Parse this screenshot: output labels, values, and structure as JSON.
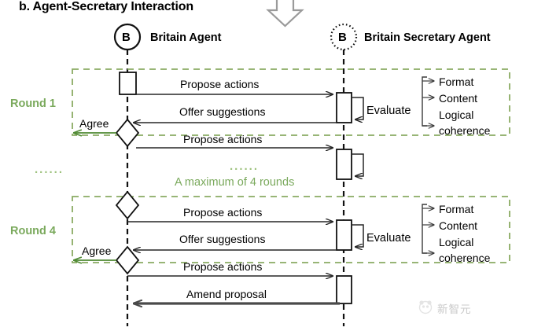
{
  "figure": {
    "title": "b. Agent-Secretary Interaction",
    "type": "sequence-diagram"
  },
  "flow_arrow": {
    "icon": "down-block-arrow",
    "color": "#9a9a9a"
  },
  "actors": [
    {
      "id": "britain-agent",
      "glyph": "B",
      "name": "Britain Agent",
      "border": "solid",
      "lifeline": "dashed"
    },
    {
      "id": "britain-secretary-agent",
      "glyph": "B",
      "name": "Britain Secretary Agent",
      "border": "dotted",
      "lifeline": "dashed"
    }
  ],
  "rounds": [
    {
      "id": "round-1",
      "label": "Round 1",
      "color": "#7aa95c"
    },
    {
      "id": "round-4",
      "label": "Round 4",
      "color": "#7aa95c"
    }
  ],
  "messages": [
    {
      "id": "m1",
      "label": "Propose actions",
      "direction": "right",
      "weight": "thin"
    },
    {
      "id": "m2",
      "label": "Offer suggestions",
      "direction": "left",
      "weight": "thin"
    },
    {
      "id": "m3",
      "label": "Propose actions",
      "direction": "right",
      "weight": "thin"
    },
    {
      "id": "m4",
      "label": "Propose actions",
      "direction": "right",
      "weight": "thin"
    },
    {
      "id": "m5",
      "label": "Offer suggestions",
      "direction": "left",
      "weight": "thin"
    },
    {
      "id": "m6",
      "label": "Propose actions",
      "direction": "right",
      "weight": "thin"
    },
    {
      "id": "m7",
      "label": "Amend proposal",
      "direction": "left",
      "weight": "thick"
    }
  ],
  "decisions": [
    {
      "id": "agree-1",
      "label": "Agree",
      "color": "#5a8f3c"
    },
    {
      "id": "agree-2",
      "label": "Agree",
      "color": "#5a8f3c"
    }
  ],
  "evaluations": [
    {
      "id": "evaluate-1",
      "label": "Evaluate",
      "criteria": [
        "Format",
        "Content",
        "Logical",
        "coherence"
      ]
    },
    {
      "id": "evaluate-2",
      "label": "Evaluate",
      "criteria": [
        "Format",
        "Content",
        "Logical",
        "coherence"
      ]
    }
  ],
  "annotations": {
    "max_rounds": "A maximum of 4 rounds",
    "ellipsis_left": "......",
    "ellipsis_mid": "......"
  },
  "watermark": {
    "text": "新智元",
    "icon": "panda-logo-icon",
    "color": "#c9c9c9"
  },
  "colors": {
    "green": "#7aa95c",
    "green_dash": "#8aab63",
    "green_arrow": "#5a8f3c",
    "line": "#262626",
    "thick_line": "#4a4a4a",
    "gray_arrow": "#9a9a9a"
  }
}
